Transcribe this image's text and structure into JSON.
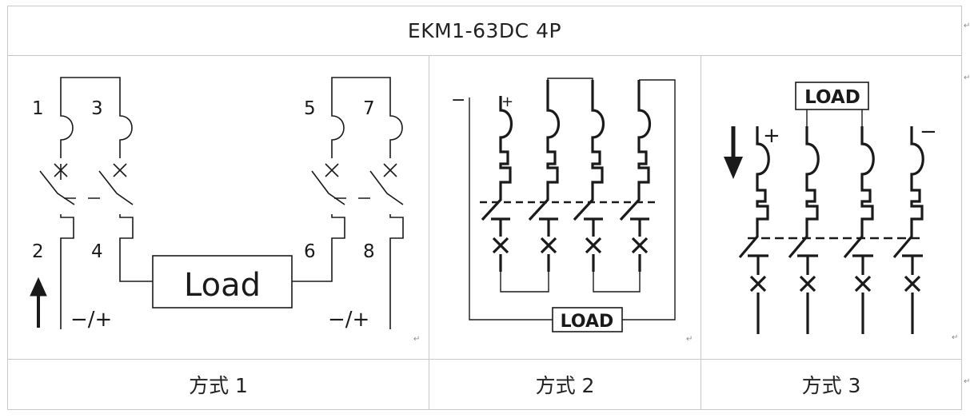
{
  "table": {
    "title": "EKM1-63DC 4P",
    "captions": [
      "方式 1",
      "方式 2",
      "方式 3"
    ]
  },
  "diagram1": {
    "terminals": [
      "1",
      "3",
      "5",
      "7",
      "2",
      "4",
      "6",
      "8"
    ],
    "load_label": "Load",
    "polarity_left": "−/+",
    "polarity_right": "−/+"
  },
  "diagram2": {
    "minus_label": "−",
    "plus_label": "+",
    "load_label": "LOAD"
  },
  "diagram3": {
    "plus_label": "+",
    "minus_label": "−",
    "load_label": "LOAD"
  },
  "colors": {
    "ink": "#1a1a1a",
    "grid": "#c8c8c8",
    "mark": "#888888"
  }
}
